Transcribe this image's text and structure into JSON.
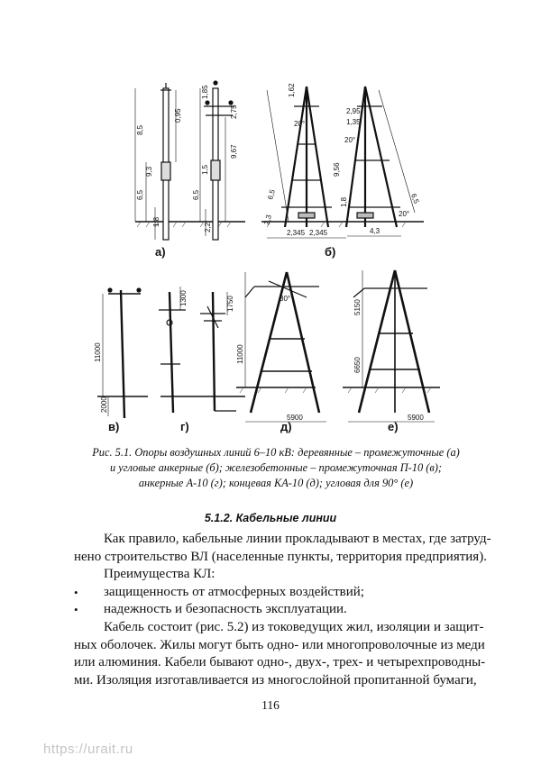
{
  "figure": {
    "sublabels": [
      "а)",
      "б)",
      "в)",
      "г)",
      "д)",
      "е)"
    ],
    "dimensions": {
      "a": [
        "8,5",
        "0,95",
        "9,3",
        "6,5",
        "1,8"
      ],
      "a2": [
        "1,85",
        "2,75",
        "9,67",
        "1,5",
        "6,5",
        "2,2"
      ],
      "b": [
        "1,62",
        "20°",
        "6,5",
        "2,3",
        "2,345",
        "2,345"
      ],
      "b2": [
        "2,95",
        "1,35",
        "20°",
        "9,56",
        "1,8",
        "4,3",
        "6,5",
        "20°"
      ],
      "v": [
        "11000",
        "2000"
      ],
      "g": [
        "1300",
        "1750"
      ],
      "d": [
        "30°",
        "11000",
        "5900"
      ],
      "e": [
        "5150",
        "6650",
        "5900"
      ]
    }
  },
  "caption": [
    "Рис. 5.1. Опоры воздушных линий 6–10 кВ: деревянные – промежуточные (а)",
    "и угловые анкерные (б); железобетонные – промежуточная П-10 (в);",
    "анкерные А-10 (г); концевая КА-10 (д); угловая для 90° (е)"
  ],
  "section_title": "5.1.2. Кабельные линии",
  "body": {
    "lines": [
      "Как правило, кабельные линии прокладывают в местах, где затруд-",
      "нено строительство ВЛ (населенные пункты, территория предприятия)."
    ],
    "advantages_heading": "Преимущества КЛ:",
    "bullets": [
      "защищенность от атмосферных воздействий;",
      "надежность и безопасность эксплуатации."
    ],
    "bullet_glyph": "•",
    "paragraph2": [
      "Кабель состоит (рис. 5.2) из токоведущих жил, изоляции и защит-",
      "ных оболочек. Жилы могут быть одно- или многопроволочные из меди",
      "или алюминия. Кабели бывают одно-, двух-, трех- и четырехпроводны-",
      "ми. Изоляция изготавливается из многослойной пропитанной бумаги,"
    ]
  },
  "page_number": "116",
  "watermark": "https://urait.ru"
}
